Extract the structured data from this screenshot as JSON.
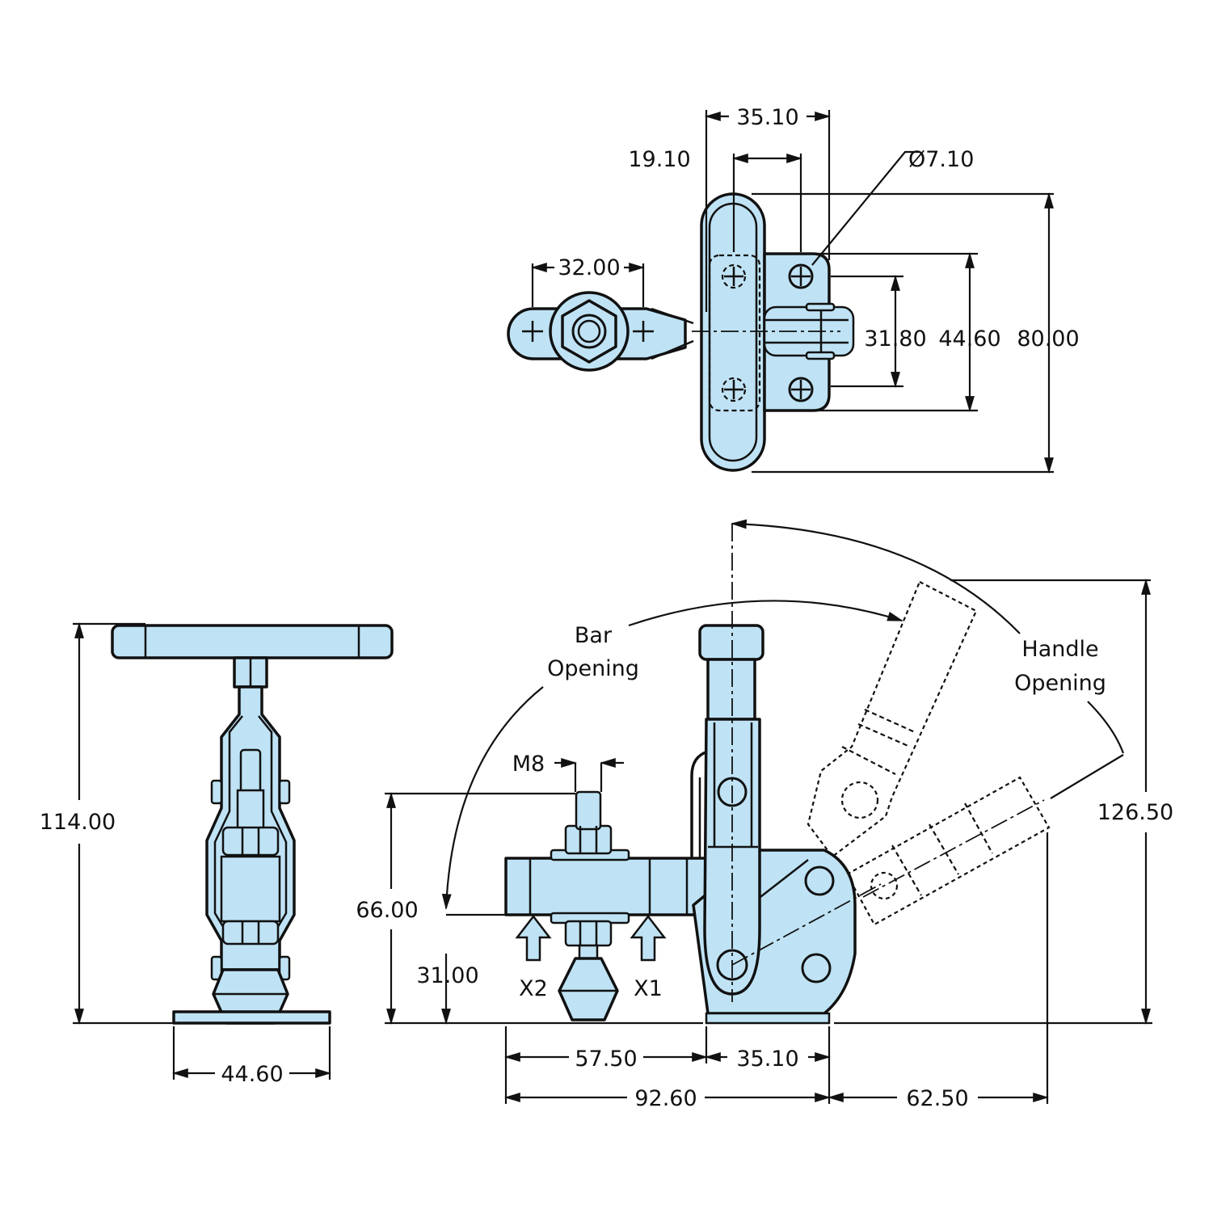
{
  "colors": {
    "part_fill": "#bfe3f5",
    "line": "#111111"
  },
  "top_view": {
    "dims": {
      "d35_10": "35.10",
      "d19_10": "19.10",
      "hole_dia": "Ø7.10",
      "d32_00": "32.00",
      "d31_80": "31.80",
      "d44_60": "44.60",
      "d80_00": "80.00"
    }
  },
  "side_view": {
    "dims": {
      "d114_00": "114.00",
      "d44_60": "44.60"
    }
  },
  "front_view": {
    "labels": {
      "bar_1": "Bar",
      "bar_2": "Opening",
      "handle_1": "Handle",
      "handle_2": "Opening",
      "thread": "M8",
      "x1": "X1",
      "x2": "X2"
    },
    "dims": {
      "d66_00": "66.00",
      "d31_00": "31.00",
      "d57_50": "57.50",
      "d35_10": "35.10",
      "d92_60": "92.60",
      "d62_50": "62.50",
      "d126_50": "126.50"
    }
  }
}
